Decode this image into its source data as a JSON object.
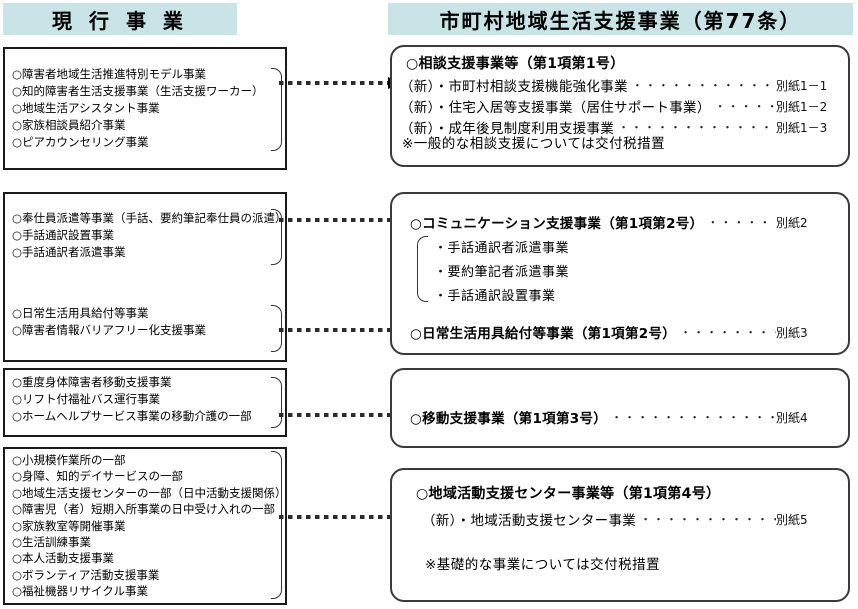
{
  "colors": {
    "header_bg": "#c8e4e6"
  },
  "headers": {
    "left": "現 行 事 業",
    "right": "市町村地域生活支援事業（第77条）"
  },
  "left_boxes": {
    "box1": {
      "items": [
        "○障害者地域生活推進特別モデル事業",
        "○知的障害者生活支援事業（生活支援ワーカー）",
        "○地域生活アシスタント事業",
        "○家族相談員紹介事業",
        "○ピアカウンセリング事業"
      ]
    },
    "box2": {
      "group1": [
        "○奉仕員派遣等事業（手話、要約筆記奉仕員の派遣）",
        "○手話通訳設置事業",
        "○手話通訳者派遣事業"
      ],
      "group2": [
        "○日常生活用具給付等事業",
        "○障害者情報バリアフリー化支援事業"
      ]
    },
    "box3": {
      "items": [
        "○重度身体障害者移動支援事業",
        "○リフト付福祉バス運行事業",
        "○ホームヘルプサービス事業の移動介護の一部"
      ]
    },
    "box4": {
      "items": [
        "○小規模作業所の一部",
        "○身障、知的デイサービスの一部",
        "○地域生活支援センターの一部（日中活動支援関係）",
        "○障害児（者）短期入所事業の日中受け入れの一部",
        "○家族教室等開催事業",
        "○生活訓練事業",
        "○本人活動支援事業",
        "○ボランティア活動支援事業",
        "○福祉機器リサイクル事業"
      ]
    }
  },
  "right_boxes": {
    "box1": {
      "title": "○相談支援事業等（第1項第1号）",
      "rows": [
        {
          "text": "（新）・市町村相談支援機能強化事業",
          "leader": "・・・・・・・・・・・・・・・・・・・・・・・・・・・・",
          "ref": "別紙1－1"
        },
        {
          "text": "（新）・住宅入居等支援事業（居住サポート事業）",
          "leader": "・・・・・・・・・・・・・・・・・・・・",
          "ref": "別紙1－2"
        },
        {
          "text": "（新）・成年後見制度利用支援事業",
          "leader": "・・・・・・・・・・・・・・・・・・・・・・・・・・",
          "ref": "別紙1－3"
        }
      ],
      "note": "※一般的な相談支援については交付税措置"
    },
    "box2": {
      "row1": {
        "text": "○コミュニケーション支援事業（第1項第2号）",
        "leader": "・・・・・・・・・・・・・・・",
        "ref": "別紙2"
      },
      "sub_items": [
        "・手話通訳者派遣事業",
        "・要約筆記者派遣事業",
        "・手話通訳設置事業"
      ],
      "row2": {
        "text": "○日常生活用具給付等事業（第1項第2号）",
        "leader": "・・・・・・・・・・・・・・・",
        "ref": "別紙3"
      }
    },
    "box3": {
      "row": {
        "text": "○移動支援事業（第1項第3号）",
        "leader": "・・・・・・・・・・・・・・・・・・・・・・・・",
        "ref": "別紙4"
      }
    },
    "box4": {
      "title": "○地域活動支援センター事業等（第1項第4号）",
      "row": {
        "text": "（新）・地域活動支援センター事業",
        "leader": "・・・・・・・・・・・・・・・・・・・・・",
        "ref": "別紙5"
      },
      "note": "※基礎的な事業については交付税措置"
    }
  }
}
